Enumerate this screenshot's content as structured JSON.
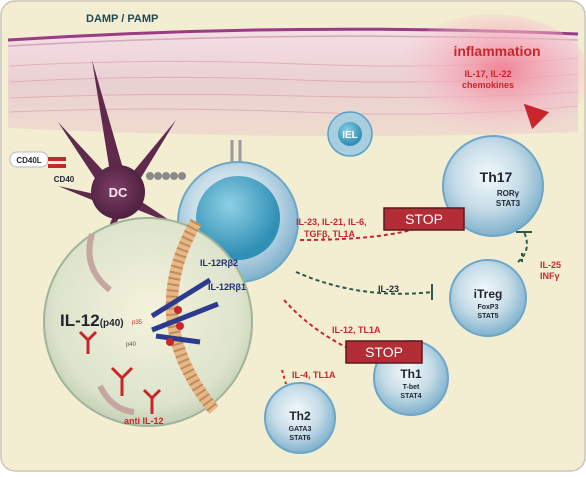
{
  "labels": {
    "damp": "DAMP / PAMP",
    "inflammation": "inflammation",
    "infl_cytokines": "IL-17, IL-22",
    "infl_chemokines": "chemokines",
    "iel": "IEL",
    "cd40l": "CD40L",
    "cd40": "CD40",
    "dc": "DC",
    "th17": "Th17",
    "th17_tf1": "RORγ",
    "th17_tf2": "STAT3",
    "itreg": "iTreg",
    "itreg_tf1": "FoxP3",
    "itreg_tf2": "STAT5",
    "th1": "Th1",
    "th1_tf1": "T-bet",
    "th1_tf2": "STAT4",
    "th2": "Th2",
    "th2_tf1": "GATA3",
    "th2_tf2": "STAT6",
    "il12rb2": "IL-12Rβ2",
    "il12rb1": "IL-12Rβ1",
    "il12": "IL-12",
    "p40": "(p40)",
    "p40_small": "p40",
    "p35_small": "p35",
    "anti_il12": "anti IL-12",
    "th17_signals_1": "IL-23, IL-21, IL-6,",
    "th17_signals_2": "TGFβ, TL1A",
    "il23": "IL-23",
    "th1_signals": "IL-12, TL1A",
    "th2_signals": "IL-4, TL1A",
    "il25": "IL-25",
    "inf": "INFγ",
    "stop1": "STOP",
    "stop2": "STOP"
  },
  "colors": {
    "background": "#f3eed2",
    "tissue_top": "#ecc8cf",
    "tissue_stripe": "#9b3a86",
    "accent_red": "#c8262c",
    "stop_fill": "#b32d36",
    "dc_purple": "#5f2a4c",
    "cell_blue": "#5aa0c8"
  }
}
